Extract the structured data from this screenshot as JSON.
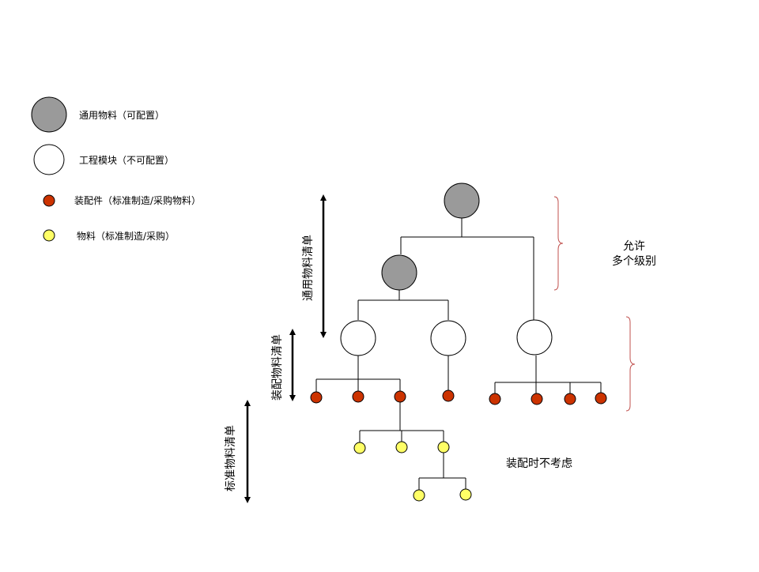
{
  "legend": [
    {
      "label": "通用物料（可配置）",
      "type": "generic"
    },
    {
      "label": "工程模块（不可配置）",
      "type": "module"
    },
    {
      "label": "装配件（标准制造/采购物料）",
      "type": "assembly"
    },
    {
      "label": "物料（标准制造/采购）",
      "type": "material"
    }
  ],
  "labels": {
    "generic_bom": "通用物料清单",
    "assembly_bom": "装配物料清单",
    "standard_bom": "标准物料清单",
    "allow_levels_line1": "允许",
    "allow_levels_line2": "多个级别",
    "not_considered": "装配时不考虑"
  },
  "colors": {
    "generic": "#9a9a9a",
    "module": "#ffffff",
    "assembly": "#cc3300",
    "material": "#ffff66",
    "brace": "#c0504d",
    "line": "#000000"
  }
}
